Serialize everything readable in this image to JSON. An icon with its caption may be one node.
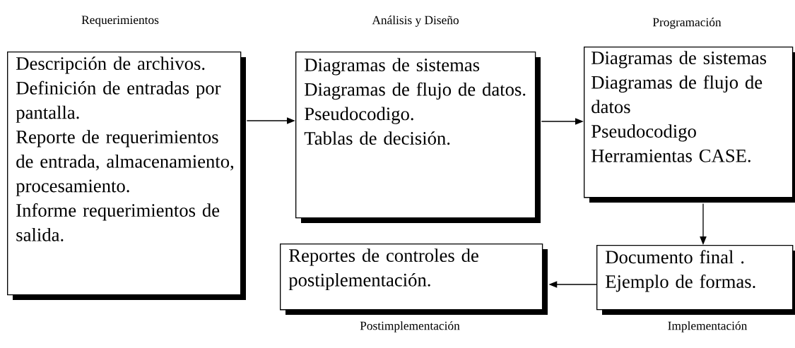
{
  "diagram": {
    "nodes": [
      {
        "text": [
          "Requerimientos",
          "Descripción de archivos.",
          "Definición de entradas por pantalla.",
          "Reporte de requerimientos de entrada, almacenamiento, procesamiento.",
          "Informe requerimientos de salida."
        ]
      },
      {
        "text": [
          "Análisis y Diseño",
          "Diagramas de sistemas",
          "Diagramas de flujo de datos.",
          "Pseudocodigo.",
          "Tablas de decisión."
        ]
      },
      {
        "text": [
          "Programación",
          "Diagramas de sistemas",
          "Diagramas de flujo de datos",
          "Pseudocodigo",
          "Herramientas CASE."
        ]
      },
      {
        "text": [
          "Documento final .",
          "Ejemplo de formas.",
          "Implementación"
        ]
      },
      {
        "text": [
          "Reportes de controles de postiplementación.",
          "Postimplementación"
        ]
      }
    ],
    "edges": [
      {
        "from": 0,
        "to": 1,
        "arrow": "to"
      },
      {
        "from": 1,
        "to": 2,
        "arrow": "to"
      },
      {
        "from": 2,
        "to": 3,
        "arrow": "to"
      },
      {
        "from": 3,
        "to": 4,
        "arrow": "to"
      }
    ]
  }
}
